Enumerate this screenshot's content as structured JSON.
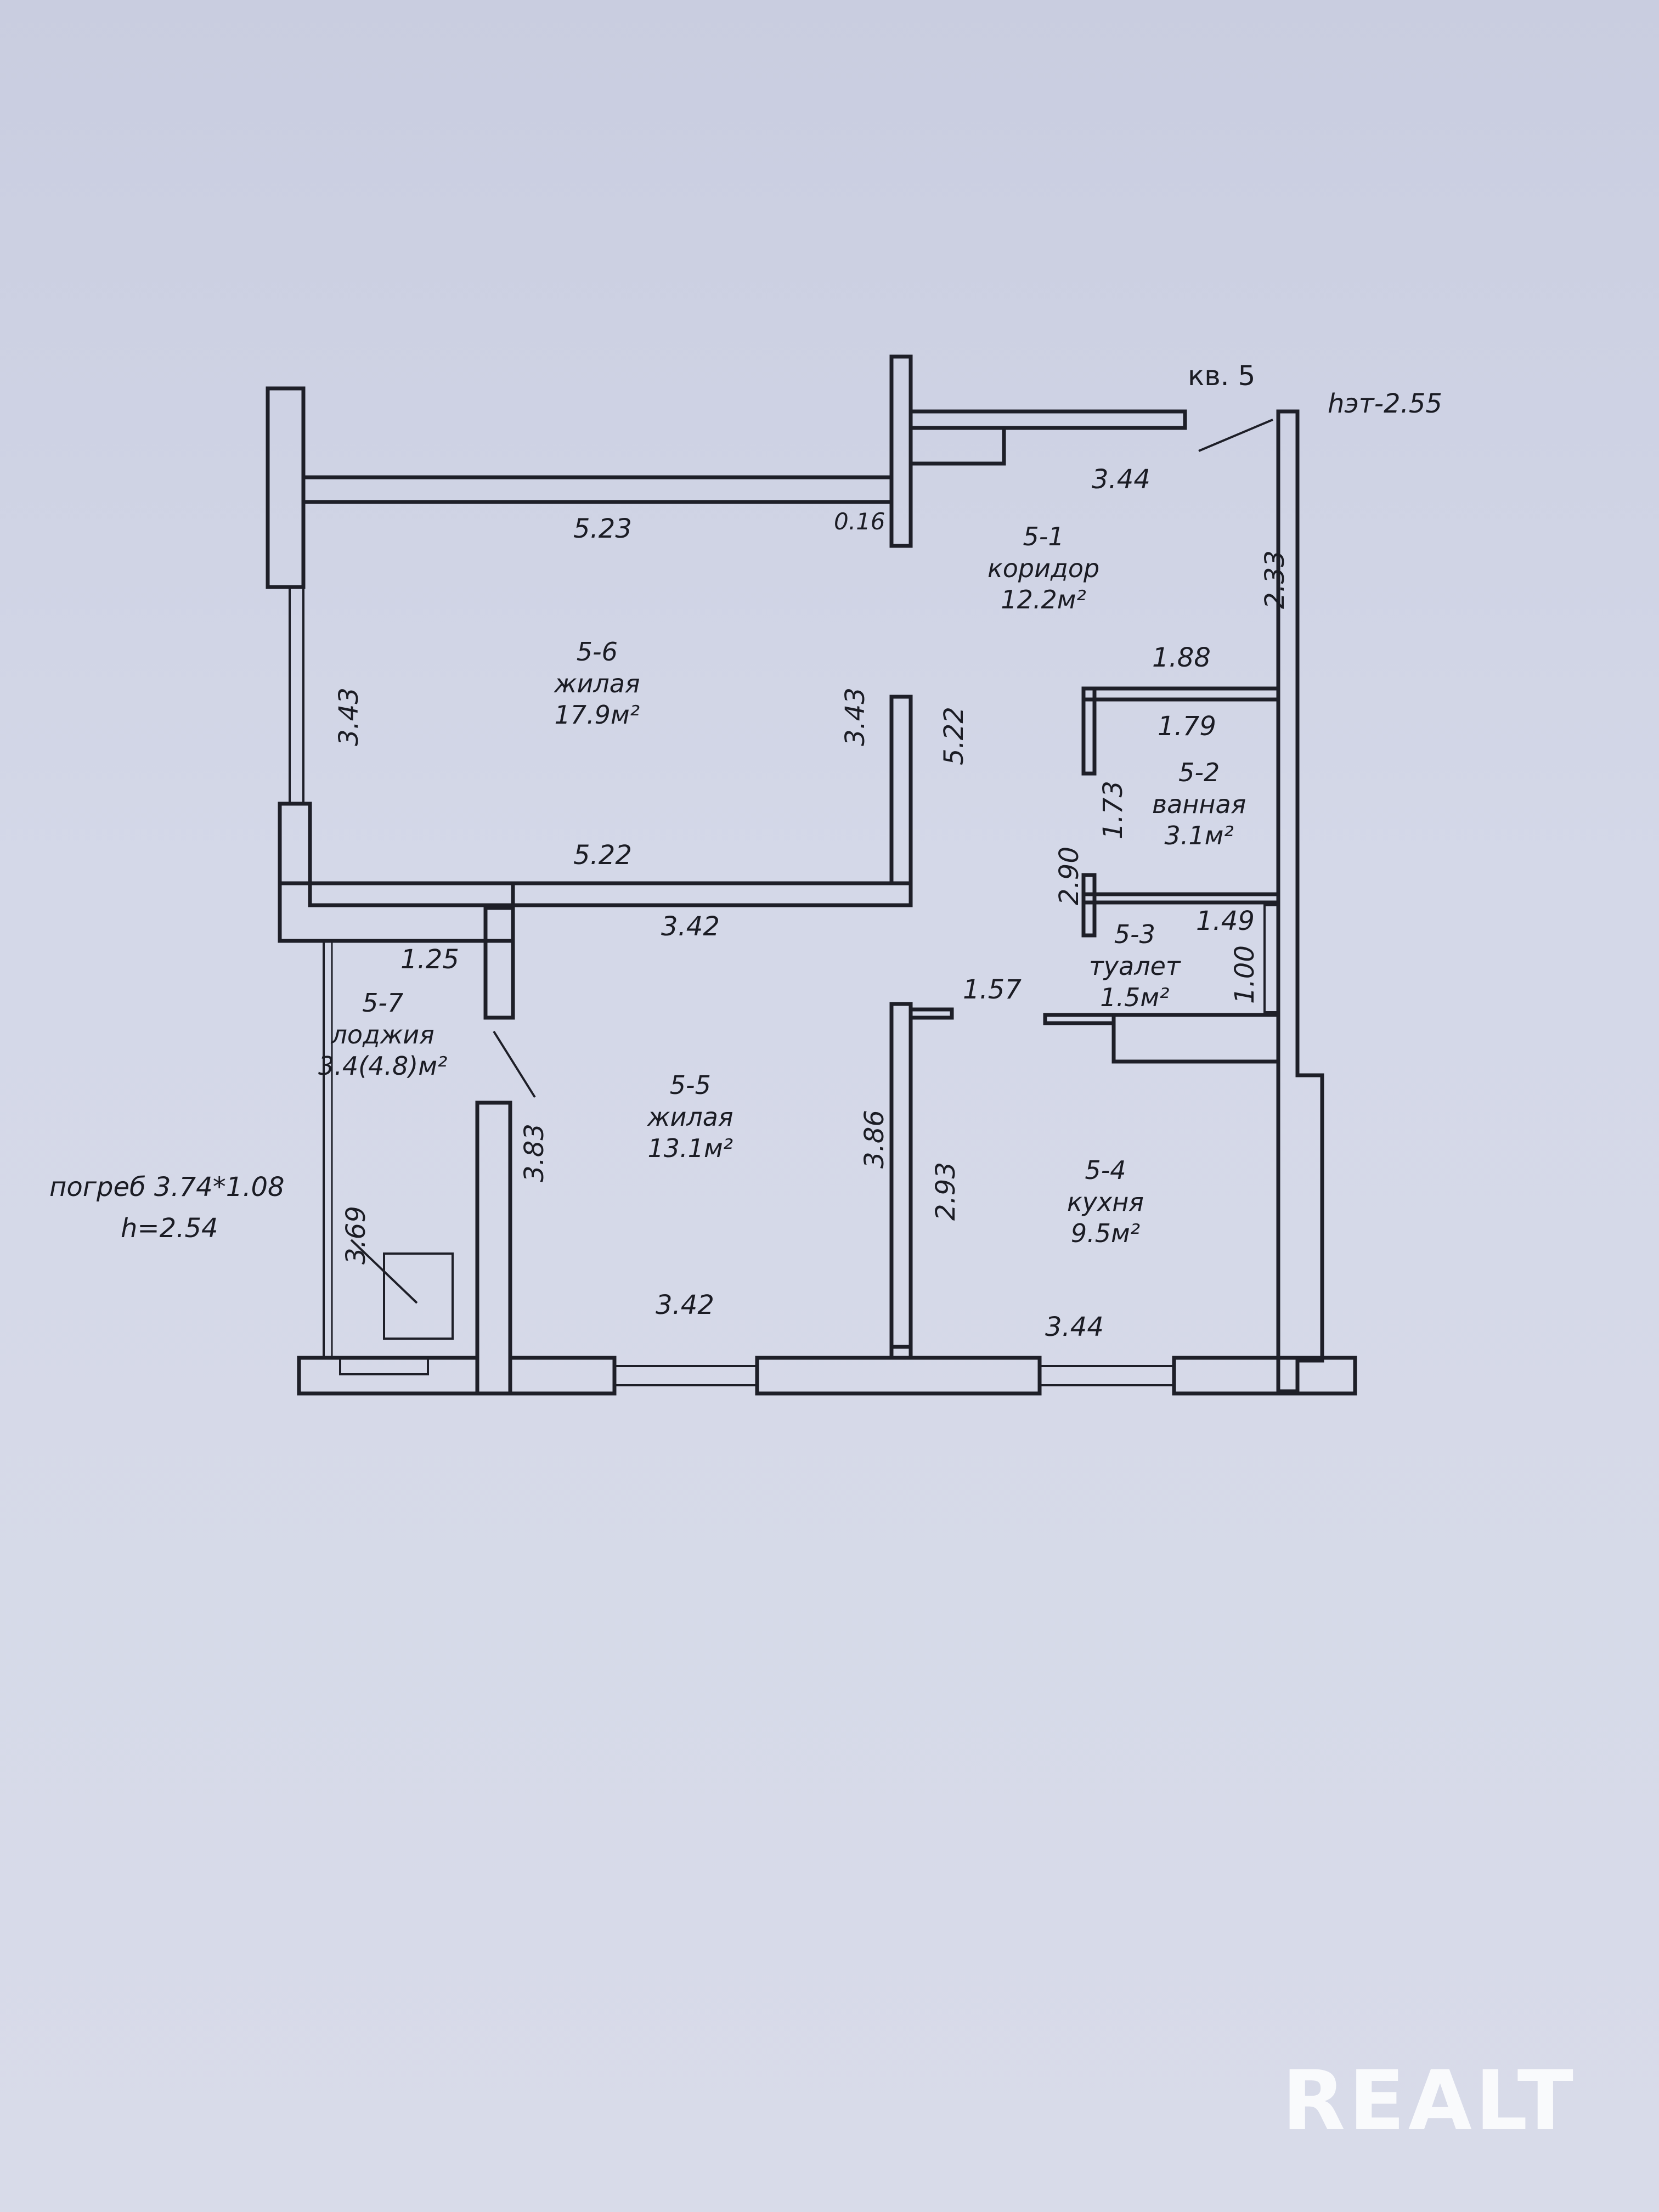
{
  "header": {
    "apartment": "кв. 5",
    "floor_height": "hэт-2.55"
  },
  "rooms": {
    "corridor": {
      "id": "5-1",
      "type": "коридор",
      "area": "12.2м²"
    },
    "bathroom": {
      "id": "5-2",
      "type": "ванная",
      "area": "3.1м²"
    },
    "toilet": {
      "id": "5-3",
      "type": "туалет",
      "area": "1.5м²"
    },
    "kitchen": {
      "id": "5-4",
      "type": "кухня",
      "area": "9.5м²"
    },
    "living_small": {
      "id": "5-5",
      "type": "жилая",
      "area": "13.1м²"
    },
    "living_large": {
      "id": "5-6",
      "type": "жилая",
      "area": "17.9м²"
    },
    "loggia": {
      "id": "5-7",
      "type": "лоджия",
      "area": "3.4(4.8)м²"
    }
  },
  "cellar": {
    "size": "погреб 3.74*1.08",
    "height": "h=2.54"
  },
  "dims": {
    "d_344_top": "3.44",
    "d_016": "0.16",
    "d_523": "5.23",
    "d_233": "2.33",
    "d_188": "1.88",
    "d_179": "1.79",
    "d_173": "1.73",
    "d_290": "2.90",
    "d_149": "1.49",
    "d_100": "1.00",
    "d_343_left": "3.43",
    "d_343_right": "3.43",
    "d_522_vert": "5.22",
    "d_522_horiz": "5.22",
    "d_342_mid": "3.42",
    "d_125": "1.25",
    "d_157": "1.57",
    "d_383": "3.83",
    "d_386": "3.86",
    "d_293": "2.93",
    "d_369": "3.69",
    "d_342_bottom": "3.42",
    "d_344_bottom": "3.44"
  },
  "watermark": "REALT"
}
